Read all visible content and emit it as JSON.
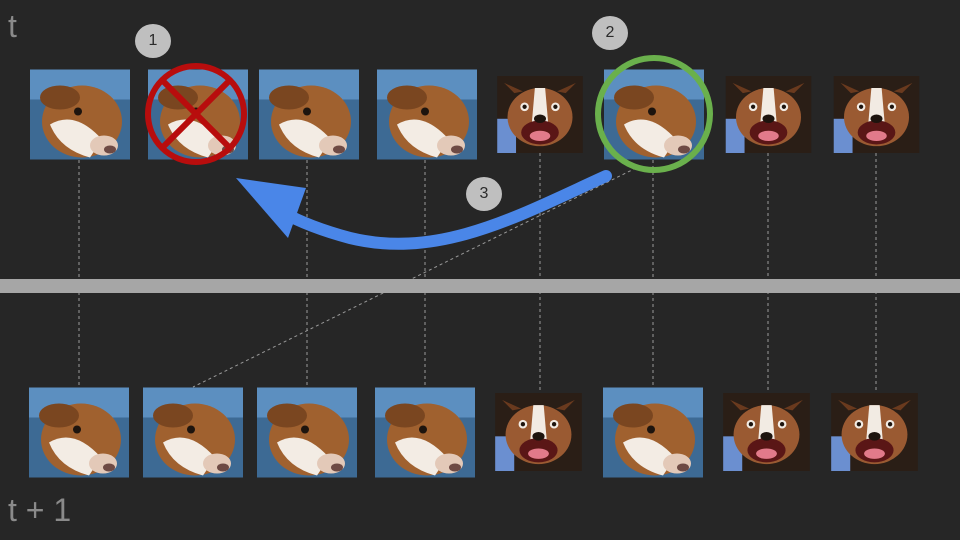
{
  "labels": {
    "top": "t",
    "bottom": "t + 1"
  },
  "badges": [
    "1",
    "2",
    "3"
  ],
  "images": {
    "top": [
      "dog-a",
      "dog-a",
      "dog-a",
      "dog-a",
      "dog-b",
      "dog-a",
      "dog-b",
      "dog-b"
    ],
    "bottom": [
      "dog-a",
      "dog-a",
      "dog-a",
      "dog-a",
      "dog-b",
      "dog-a",
      "dog-b",
      "dog-b"
    ]
  },
  "colors": {
    "background": "#262626",
    "divider": "#a6a6a6",
    "remove_mark": "#b80d0d",
    "select_ring": "#6ab04c",
    "copy_arrow": "#4a86e8",
    "connector": "#9a9a9a",
    "badge": "#bfbfbf"
  },
  "icons": [
    "remove-x-icon",
    "select-circle-icon",
    "copy-arrow-icon"
  ]
}
